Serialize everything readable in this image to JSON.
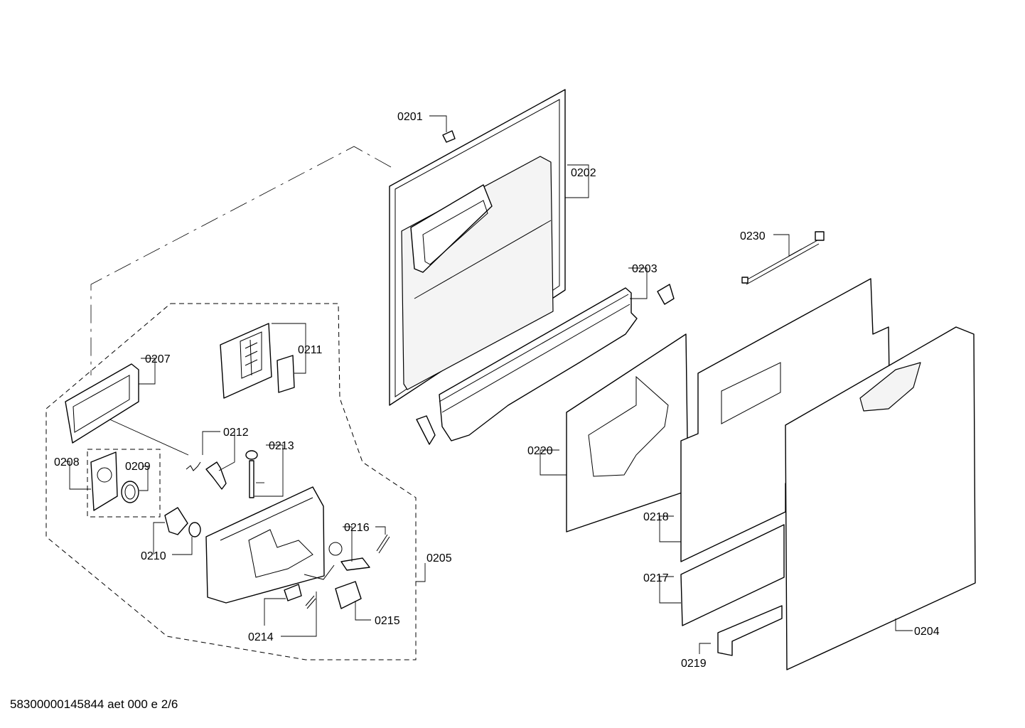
{
  "footer": "58300000145844 aet 000 e 2/6",
  "labels": {
    "p0201": "0201",
    "p0202": "0202",
    "p0203": "0203",
    "p0204": "0204",
    "p0205": "0205",
    "p0207": "0207",
    "p0208": "0208",
    "p0209": "0209",
    "p0210": "0210",
    "p0211": "0211",
    "p0212": "0212",
    "p0213": "0213",
    "p0214": "0214",
    "p0215": "0215",
    "p0216": "0216",
    "p0217": "0217",
    "p0218": "0218",
    "p0219": "0219",
    "p0220": "0220",
    "p0230": "0230"
  }
}
